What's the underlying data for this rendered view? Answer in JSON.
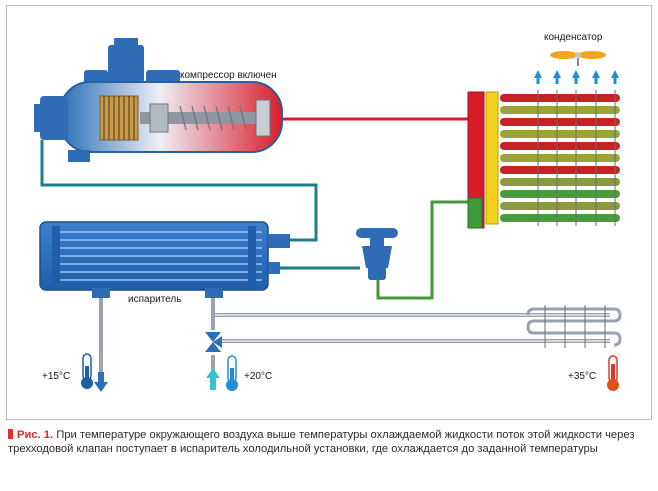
{
  "diagram": {
    "labels": {
      "compressor": "компрессор включен",
      "condenser": "конденсатор",
      "evaporator": "испаритель",
      "temp_left": "+15°C",
      "temp_mid": "+20°C",
      "temp_right": "+35°C"
    },
    "colors": {
      "hot": "#d81e2b",
      "cold": "#2a6fb8",
      "liquid": "#3f9b3a",
      "suction": "#1f7e8c",
      "yellow": "#f2d21a",
      "steel": "#9aa3ad",
      "arrow": "#1f8ed6"
    }
  },
  "caption": {
    "prefix": "Рис. 1.",
    "text": "При температуре окружающего воздуха выше температуры охлаждаемой жидкости поток этой жидкости через трехходовой клапан поступает в испаритель холодильной установки, где охлаждается до заданной температуры"
  }
}
